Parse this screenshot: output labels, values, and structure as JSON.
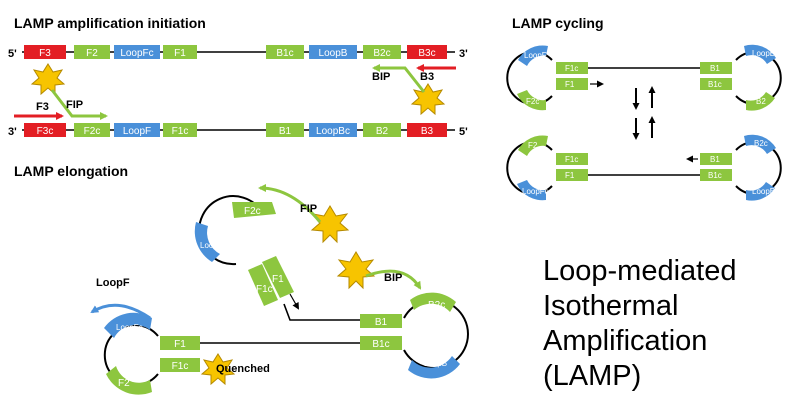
{
  "titles": {
    "initiation": "LAMP amplification initiation",
    "cycling": "LAMP cycling",
    "elongation": "LAMP elongation"
  },
  "ends": {
    "five": "5'",
    "three": "3'"
  },
  "strand_top": [
    "F3",
    "F2",
    "LoopFc",
    "F1",
    "B1c",
    "LoopB",
    "B2c",
    "B3c"
  ],
  "strand_bottom": [
    "F3c",
    "F2c",
    "LoopF",
    "F1c",
    "B1",
    "LoopBc",
    "B2",
    "B3"
  ],
  "primers": {
    "f3": "F3",
    "fip": "FIP",
    "bip": "BIP",
    "b3": "B3"
  },
  "cycling_top": {
    "loopf": "LoopF",
    "f2c": "F2c",
    "f1c": "F1c",
    "f1": "F1",
    "b1": "B1",
    "b1c": "B1c",
    "loopbc": "LoopBc",
    "b2": "B2"
  },
  "cycling_bottom": {
    "f2": "F2",
    "loopfc": "LoopFc",
    "f1c": "F1c",
    "f1": "F1",
    "b1": "B1",
    "b1c": "B1c",
    "b2c": "B2c",
    "loopb": "LoopB"
  },
  "elongation": {
    "upper_loop": {
      "f2c": "F2c",
      "loopf": "LoopF",
      "f1": "F1",
      "f1c": "F1c"
    },
    "fip": "FIP",
    "bip": "BIP",
    "b1": "B1",
    "b1c": "B1c",
    "b2c": "B2c",
    "loopb": "LoopB",
    "loopf_primer": "LoopF",
    "lower_loop": {
      "loopfc": "LoopFc",
      "f2": "F2",
      "f1": "F1",
      "f1c": "F1c"
    },
    "quenched": "Quenched"
  },
  "big_title": [
    "Loop-mediated",
    "Isothermal",
    "Amplification",
    "(LAMP)"
  ],
  "colors": {
    "green": "#8dc63f",
    "blue": "#4a90d9",
    "red": "#e31e24",
    "star": "#f7c400"
  },
  "icons": {
    "cycle_arrows": "up-down-arrow-icon"
  }
}
